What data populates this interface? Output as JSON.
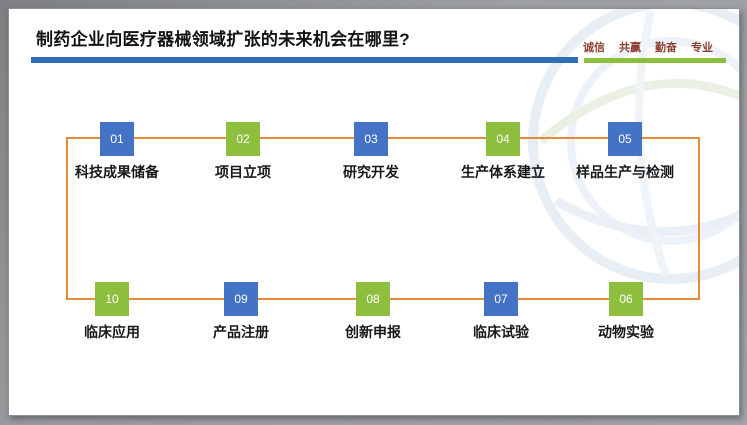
{
  "slide": {
    "title": "制药企业向医疗器械领域扩张的未来机会在哪里?",
    "motto": [
      "诚信",
      "共赢",
      "勤奋",
      "专业"
    ],
    "accent": {
      "title_bar": "#2e6fb7",
      "motto_bar": "#8dbe3e",
      "motto_text": "#8c3f30",
      "connector": "#e58a35",
      "box_blue": "#4472c4",
      "box_green": "#8dbe3e"
    }
  },
  "flow": {
    "steps": [
      {
        "num": "01",
        "label": "科技成果储备",
        "color": "#4472c4"
      },
      {
        "num": "02",
        "label": "项目立项",
        "color": "#8dbe3e"
      },
      {
        "num": "03",
        "label": "研究开发",
        "color": "#4472c4"
      },
      {
        "num": "04",
        "label": "生产体系建立",
        "color": "#8dbe3e"
      },
      {
        "num": "05",
        "label": "样品生产与检测",
        "color": "#4472c4"
      },
      {
        "num": "06",
        "label": "动物实验",
        "color": "#8dbe3e"
      },
      {
        "num": "07",
        "label": "临床试验",
        "color": "#4472c4"
      },
      {
        "num": "08",
        "label": "创新申报",
        "color": "#8dbe3e"
      },
      {
        "num": "09",
        "label": "产品注册",
        "color": "#4472c4"
      },
      {
        "num": "10",
        "label": "临床应用",
        "color": "#8dbe3e"
      }
    ]
  }
}
